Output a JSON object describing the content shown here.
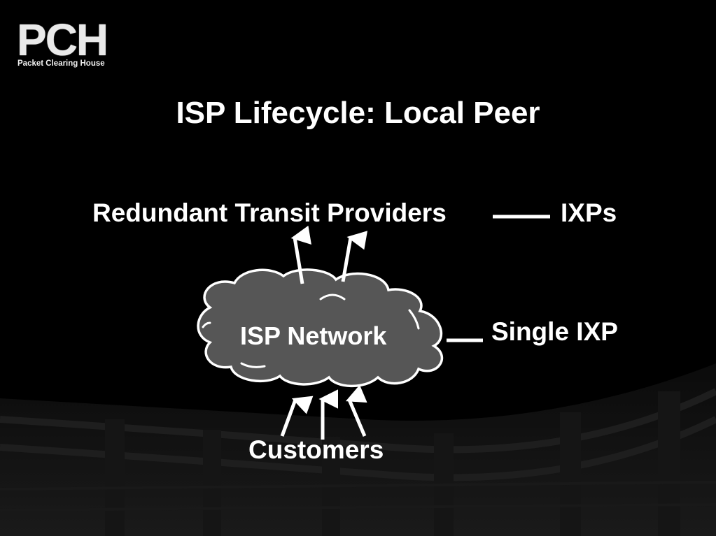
{
  "logo": {
    "mark": "PCH",
    "subtitle": "Packet Clearing House"
  },
  "title": "ISP Lifecycle: Local Peer",
  "diagram": {
    "upstream_label": "Redundant Transit Providers",
    "ixps_label": "IXPs",
    "network_label": "ISP Network",
    "single_ixp_label": "Single IXP",
    "customers_label": "Customers",
    "colors": {
      "background": "#000000",
      "cloud_fill": "#565656",
      "stroke": "#ffffff",
      "text": "#ffffff"
    }
  }
}
